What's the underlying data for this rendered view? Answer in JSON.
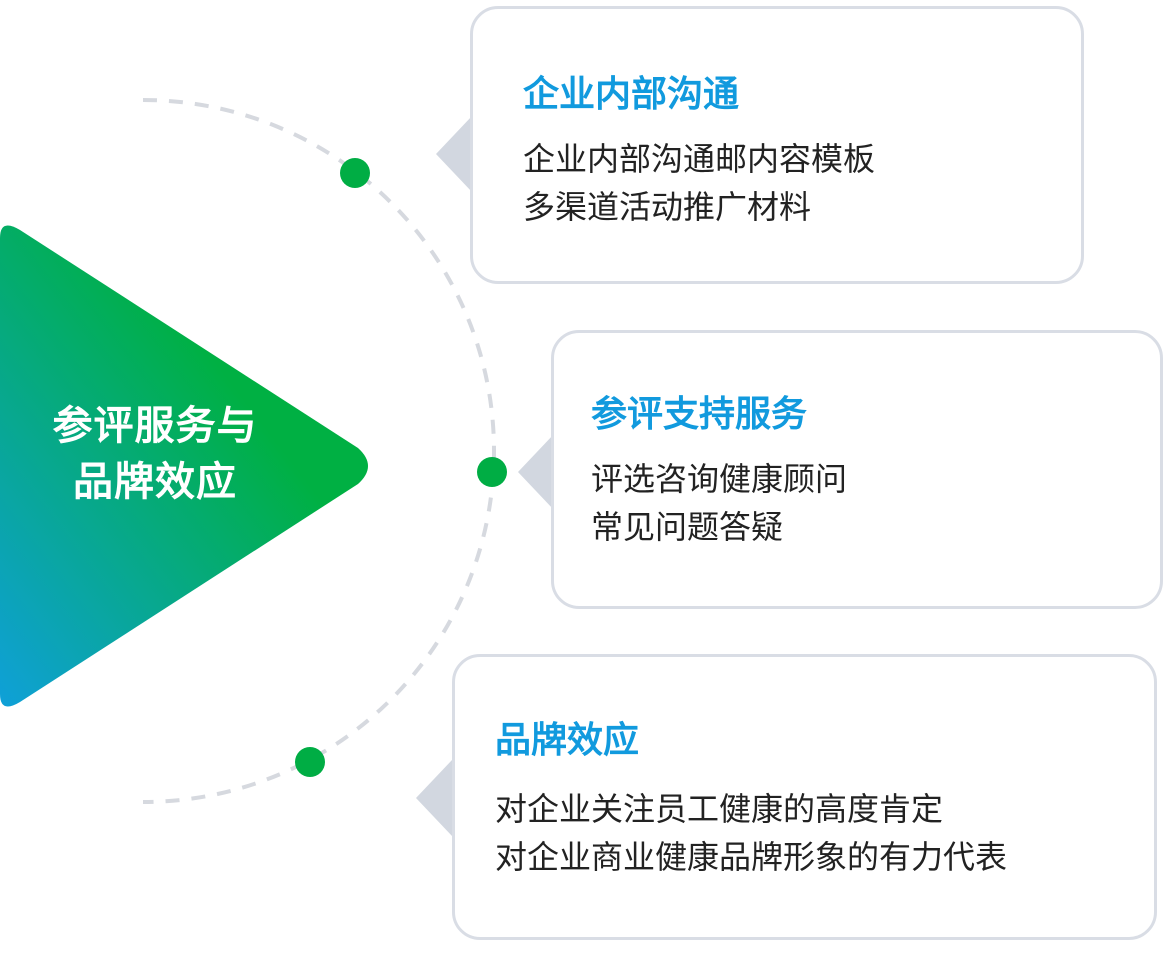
{
  "center": {
    "title_line1": "参评服务与",
    "title_line2": "品牌效应",
    "gradient_colors": [
      "#00b043",
      "#0fa0d8"
    ]
  },
  "connector": {
    "dot_color": "#00ad44",
    "arc_color": "#d6d9df"
  },
  "cards": [
    {
      "title": "企业内部沟通",
      "lines": [
        "企业内部沟通邮内容模板",
        "多渠道活动推广材料"
      ]
    },
    {
      "title": "参评支持服务",
      "lines": [
        "评选咨询健康顾问",
        "常见问题答疑"
      ]
    },
    {
      "title": "品牌效应",
      "lines": [
        "对企业关注员工健康的高度肯定",
        "对企业商业健康品牌形象的有力代表"
      ]
    }
  ],
  "colors": {
    "title_blue": "#119ade",
    "text": "#222222",
    "card_border": "#d9dde5"
  }
}
